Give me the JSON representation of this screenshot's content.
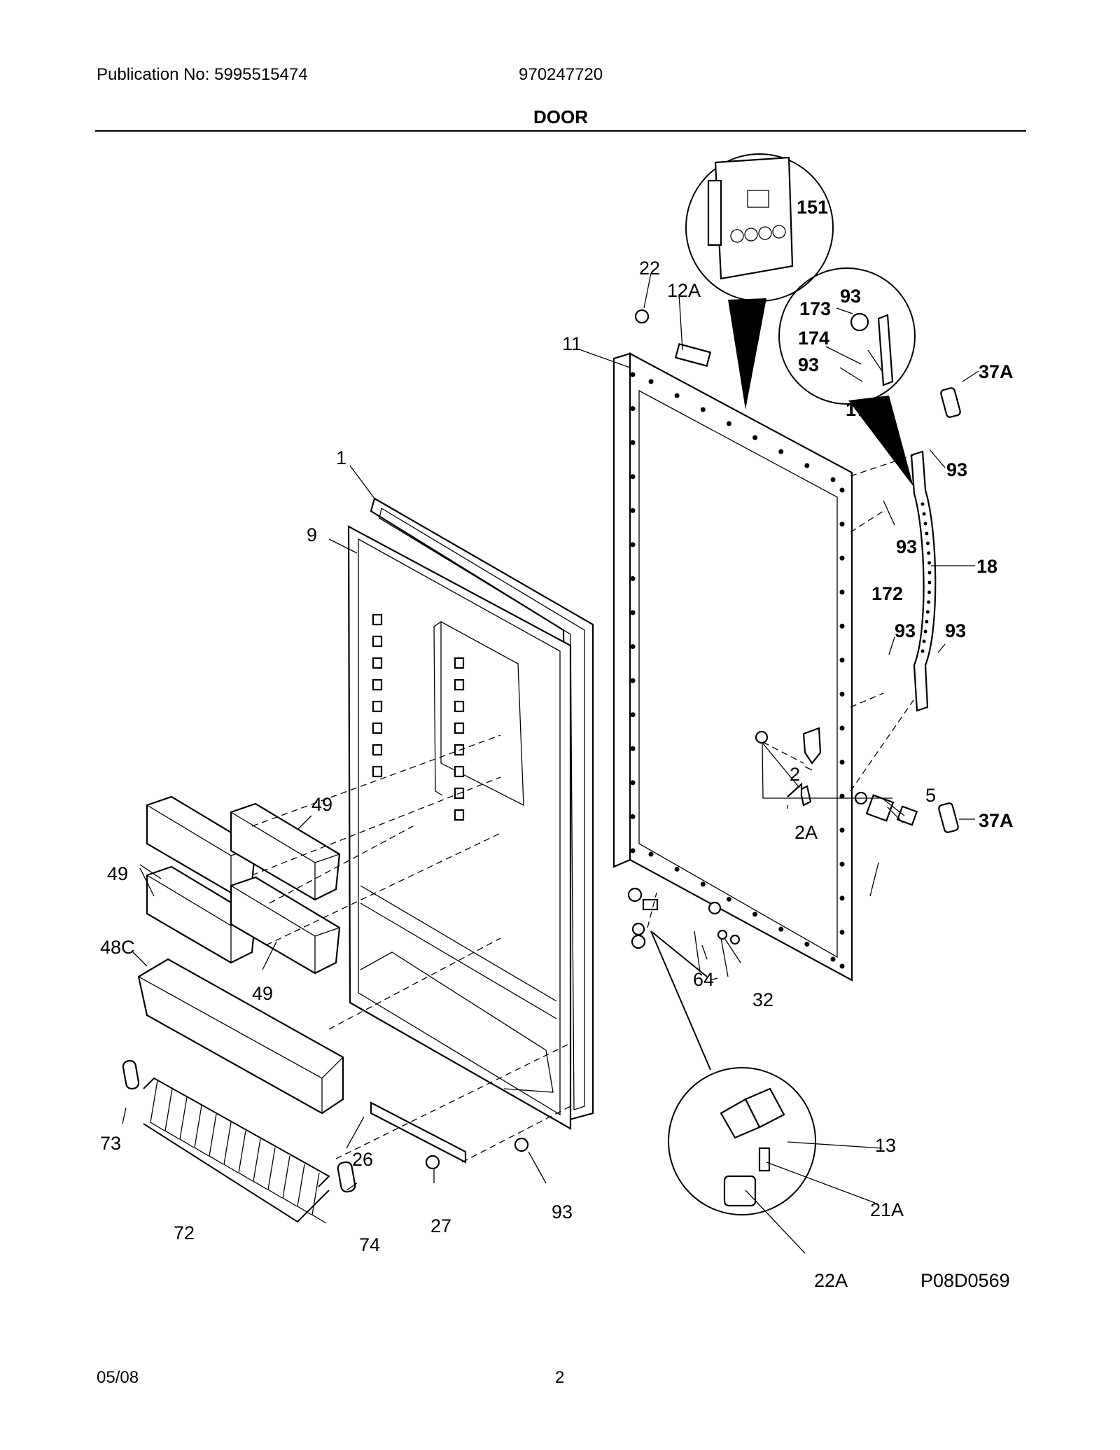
{
  "header": {
    "publication": "Publication No: 5995515474",
    "model": "970247720",
    "section": "DOOR"
  },
  "footer": {
    "date": "05/08",
    "page": "2"
  },
  "figure_id": "P08D0569",
  "callouts": {
    "c1": "1",
    "c9": "9",
    "c11": "11",
    "c12a": "12A",
    "c22": "22",
    "c151": "151",
    "c173": "173",
    "c93a": "93",
    "c174": "174",
    "c93b": "93",
    "c172a": "172",
    "c37a_top": "37A",
    "c93c": "93",
    "c93d": "93",
    "c18": "18",
    "c172b": "172",
    "c93e": "93",
    "c93f": "93",
    "c37a_bot": "37A",
    "c2": "2",
    "c5": "5",
    "c2a": "2A",
    "c49a": "49",
    "c49b": "49",
    "c49c": "49",
    "c48c": "48C",
    "c64": "64",
    "c32": "32",
    "c73": "73",
    "c26": "26",
    "c72": "72",
    "c27": "27",
    "c74": "74",
    "c93g": "93",
    "c13": "13",
    "c21a": "21A",
    "c22a": "22A"
  }
}
